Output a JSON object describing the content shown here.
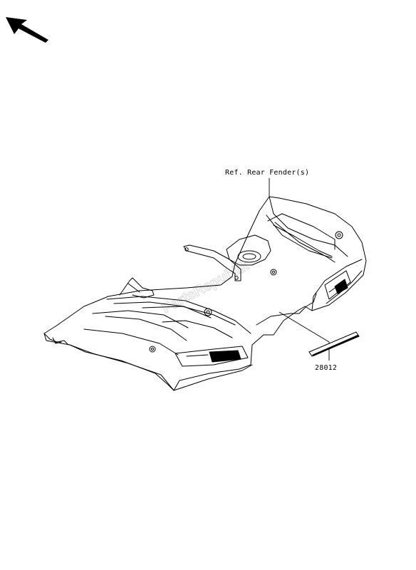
{
  "labels": {
    "reference": "Ref. Rear Fender(s)",
    "part_number": "28012"
  },
  "watermark": {
    "text": "PartsRepublik"
  },
  "icons": {
    "orientation_arrow": "arrow-up-left-icon"
  },
  "colors": {
    "line": "#000000",
    "background": "#ffffff",
    "watermark": "#cfcfcf"
  }
}
